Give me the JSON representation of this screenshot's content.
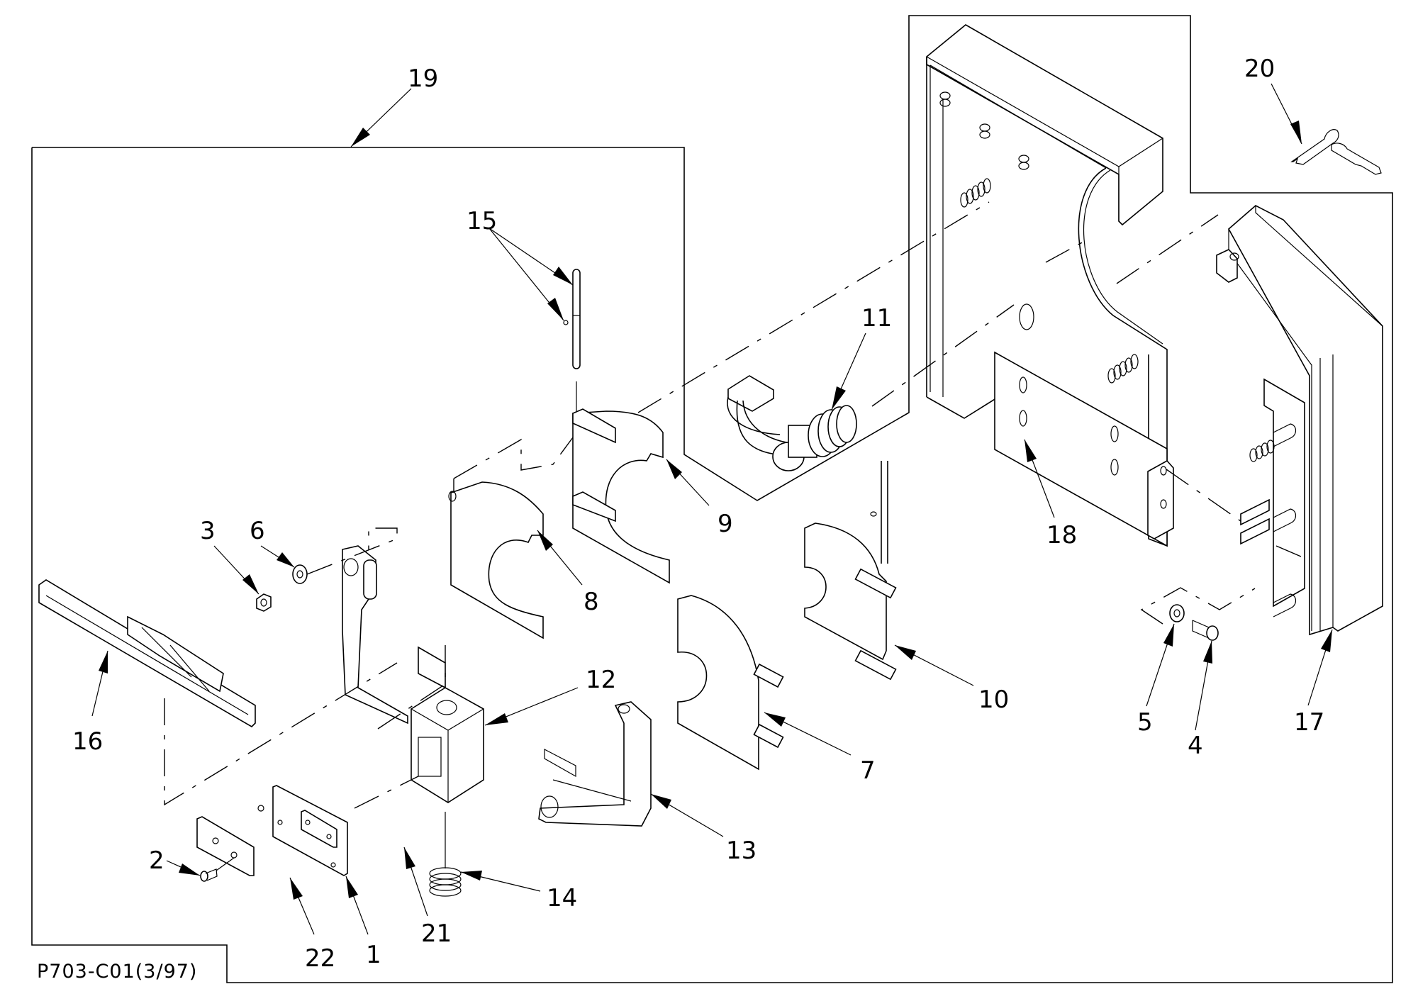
{
  "drawing": {
    "type": "exploded-parts-diagram",
    "drawing_number": "P703-C01(3/97)",
    "line_color": "#000000",
    "background_color": "#ffffff"
  },
  "callouts": [
    {
      "id": "19",
      "label": "19",
      "part": "enclosure-assembly-region"
    },
    {
      "id": "15",
      "label": "15",
      "part": "hinge-pin-and-retainer"
    },
    {
      "id": "20",
      "label": "20",
      "part": "keys"
    },
    {
      "id": "11",
      "label": "11",
      "part": "lock-cylinder-with-wiring"
    },
    {
      "id": "3",
      "label": "3",
      "part": "nut"
    },
    {
      "id": "6",
      "label": "6",
      "part": "washer"
    },
    {
      "id": "8",
      "label": "8",
      "part": "door-plate"
    },
    {
      "id": "9",
      "label": "9",
      "part": "door-plate-upper"
    },
    {
      "id": "12",
      "label": "12",
      "part": "mounting-block"
    },
    {
      "id": "16",
      "label": "16",
      "part": "handle-bracket"
    },
    {
      "id": "10",
      "label": "10",
      "part": "hinge-plate-right"
    },
    {
      "id": "7",
      "label": "7",
      "part": "hinge-plate-left"
    },
    {
      "id": "13",
      "label": "13",
      "part": "bracket-frame"
    },
    {
      "id": "14",
      "label": "14",
      "part": "spring"
    },
    {
      "id": "2",
      "label": "2",
      "part": "screw"
    },
    {
      "id": "22",
      "label": "22",
      "part": "spacer-strip"
    },
    {
      "id": "1",
      "label": "1",
      "part": "mounting-plate"
    },
    {
      "id": "21",
      "label": "21",
      "part": "small-strip"
    },
    {
      "id": "18",
      "label": "18",
      "part": "slotted-bracket"
    },
    {
      "id": "5",
      "label": "5",
      "part": "flat-washer"
    },
    {
      "id": "4",
      "label": "4",
      "part": "bolt"
    },
    {
      "id": "17",
      "label": "17",
      "part": "cover-housing"
    }
  ]
}
